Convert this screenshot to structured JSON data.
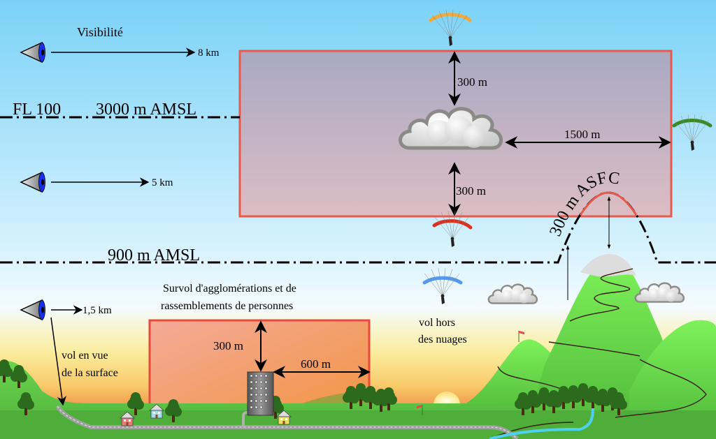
{
  "title": "Règles VFR - visibilité et distances aux nuages",
  "visibility": {
    "heading": "Visibilité",
    "upper": "8 km",
    "middle": "5 km",
    "lower": "1,5 km"
  },
  "levels": {
    "fl100": "FL 100",
    "amsl3000": "3000 m AMSL",
    "amsl900": "900 m AMSL",
    "asfc": "300 m ASFC"
  },
  "cloud_distances": {
    "above": "300 m",
    "below": "300 m",
    "horizontal": "1500 m"
  },
  "surface": {
    "in_sight": "vol en vue\nde la surface",
    "in_sight_line1": "vol en vue",
    "in_sight_line2": "de la surface",
    "out_of_clouds_line1": "vol hors",
    "out_of_clouds_line2": "des nuages"
  },
  "congested": {
    "title_line1": "Survol d'agglomérations et de",
    "title_line2": "rassemblements de personnes",
    "vertical": "300 m",
    "horizontal": "600 m"
  },
  "colors": {
    "sky_top": "#7cd3f8",
    "sky_mid": "#d6f1fc",
    "sunset": "#f5a14a",
    "zone_border": "#e84a3c",
    "zone_fill_upper": "#a8a8c4",
    "grass": "#5cc846",
    "paraglider_orange": "#f2a93b",
    "paraglider_green": "#3a8a28",
    "paraglider_red": "#d9321f",
    "paraglider_blue": "#5599ee"
  }
}
